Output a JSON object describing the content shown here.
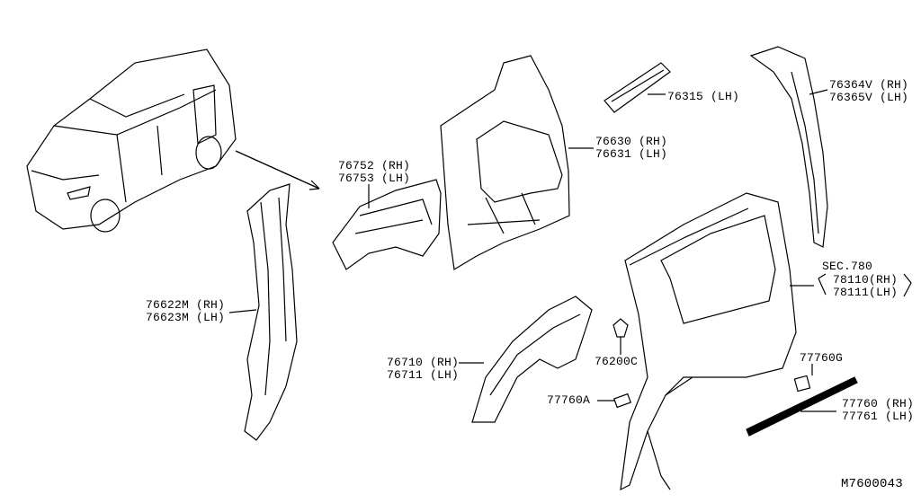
{
  "diagram": {
    "id_code": "M7600043",
    "colors": {
      "ink": "#000000",
      "background": "#ffffff"
    },
    "callouts": [
      {
        "part": "76752 (RH)",
        "part2": "76753 (LH)"
      },
      {
        "part": "76315 (LH)"
      },
      {
        "part": "76630 (RH)",
        "part2": "76631 (LH)"
      },
      {
        "part": "76364V (RH)",
        "part2": "76365V (LH)"
      },
      {
        "section": "SEC.780",
        "part": "78110(RH)",
        "part2": "78111(LH)"
      },
      {
        "part": "76622M (RH)",
        "part2": "76623M (LH)"
      },
      {
        "part": "76710 (RH)",
        "part2": "76711 (LH)"
      },
      {
        "part": "76200C"
      },
      {
        "part": "77760G"
      },
      {
        "part": "77760A"
      },
      {
        "part": "77760 (RH)",
        "part2": "77761 (LH)"
      }
    ]
  }
}
